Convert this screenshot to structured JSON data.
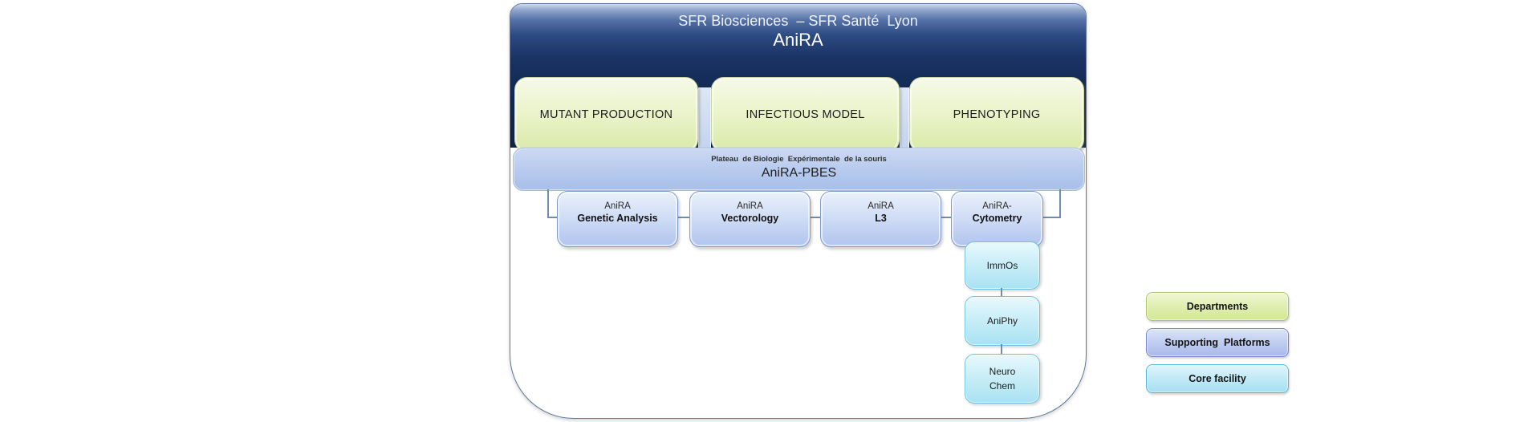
{
  "header": {
    "institution": "SFR Biosciences  – SFR Santé  Lyon",
    "unit": "AniRA"
  },
  "departments": [
    {
      "label": "MUTANT PRODUCTION"
    },
    {
      "label": "INFECTIOUS MODEL"
    },
    {
      "label": "PHENOTYPING"
    }
  ],
  "pbes_banner": {
    "subtitle": "Plateau  de Biologie  Expérimentale  de la souris",
    "title": "AniRA-PBES"
  },
  "platforms": [
    {
      "line1": "AniRA",
      "line2": "Genetic Analysis"
    },
    {
      "line1": "AniRA",
      "line2": "Vectorology"
    },
    {
      "line1": "AniRA",
      "line2": "L3"
    },
    {
      "line1": "AniRA-",
      "line2": "Cytometry"
    }
  ],
  "core_facilities": [
    {
      "label": "ImmOs"
    },
    {
      "label": "AniPhy"
    },
    {
      "label": "Neuro\nChem"
    }
  ],
  "legend": {
    "items": [
      {
        "label": "Departments"
      },
      {
        "label": "Supporting  Platforms"
      },
      {
        "label": "Core facility"
      }
    ]
  },
  "colors": {
    "header_navy": "#122a54",
    "department_green": "#d9e9a8",
    "supporting_platform_blue": "#b0c4ee",
    "core_facility_cyan": "#a9e2f3",
    "banner_blue": "#b3c8ee"
  }
}
